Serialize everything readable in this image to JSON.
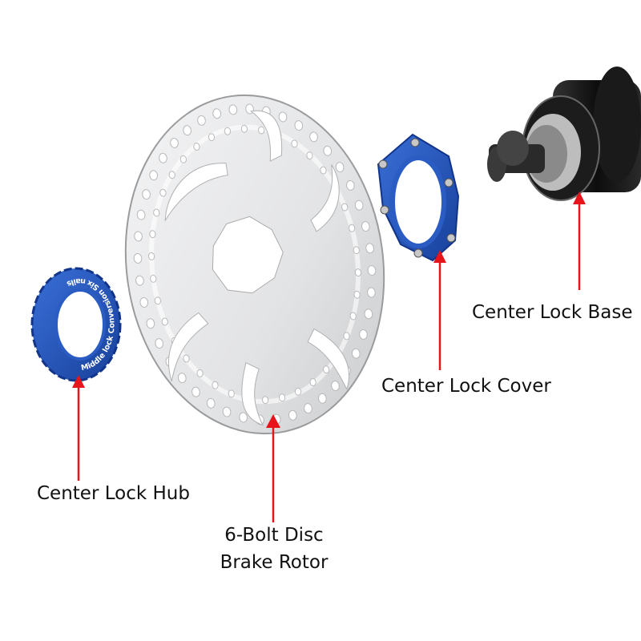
{
  "labels": {
    "hub": "Center Lock Hub",
    "rotor_line1": "6-Bolt Disc",
    "rotor_line2": "Brake Rotor",
    "cover": "Center Lock Cover",
    "base": "Center Lock Base"
  },
  "engraving": {
    "ring_text": "Middle lock Conversion Six nails"
  },
  "colors": {
    "arrow": "#e8141b",
    "blue_part": "#1f4fb5",
    "rotor": "#e6e7e9",
    "hub_body": "#151515"
  }
}
